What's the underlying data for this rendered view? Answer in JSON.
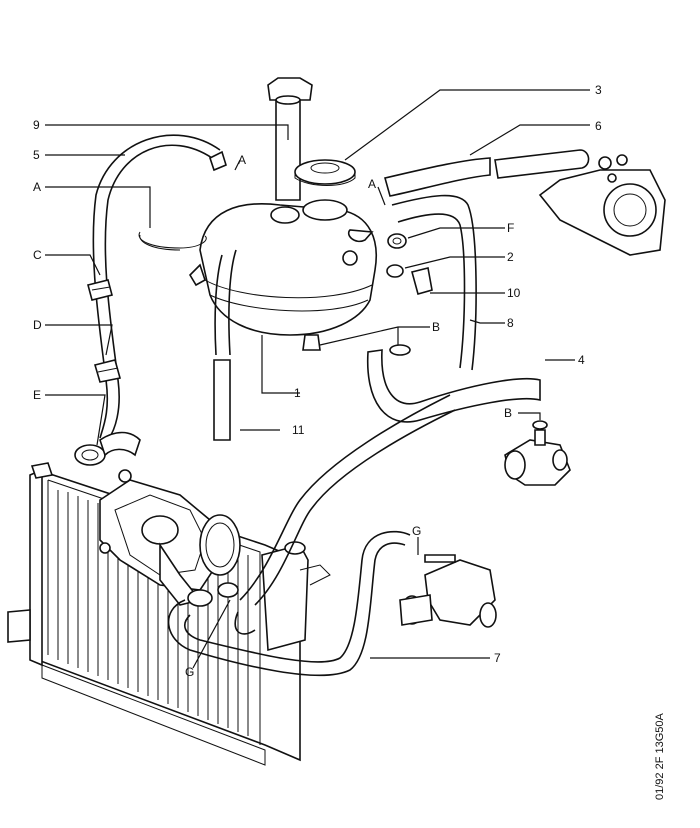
{
  "diagram": {
    "callouts": [
      {
        "id": "c9",
        "text": "9"
      },
      {
        "id": "c5",
        "text": "5"
      },
      {
        "id": "cA1",
        "text": "A"
      },
      {
        "id": "cC",
        "text": "C"
      },
      {
        "id": "cD",
        "text": "D"
      },
      {
        "id": "cE",
        "text": "E"
      },
      {
        "id": "cA2",
        "text": "A"
      },
      {
        "id": "cA3",
        "text": "A"
      },
      {
        "id": "c3",
        "text": "3"
      },
      {
        "id": "c6",
        "text": "6"
      },
      {
        "id": "cF",
        "text": "F"
      },
      {
        "id": "c2",
        "text": "2"
      },
      {
        "id": "c10",
        "text": "10"
      },
      {
        "id": "c8",
        "text": "8"
      },
      {
        "id": "cB1",
        "text": "B"
      },
      {
        "id": "c4",
        "text": "4"
      },
      {
        "id": "cB2",
        "text": "B"
      },
      {
        "id": "c1",
        "text": "1"
      },
      {
        "id": "c11",
        "text": "11"
      },
      {
        "id": "cG1",
        "text": "G"
      },
      {
        "id": "cG2",
        "text": "G"
      },
      {
        "id": "c7",
        "text": "7"
      }
    ],
    "reference_code": "01/92  2F  13G50A"
  }
}
